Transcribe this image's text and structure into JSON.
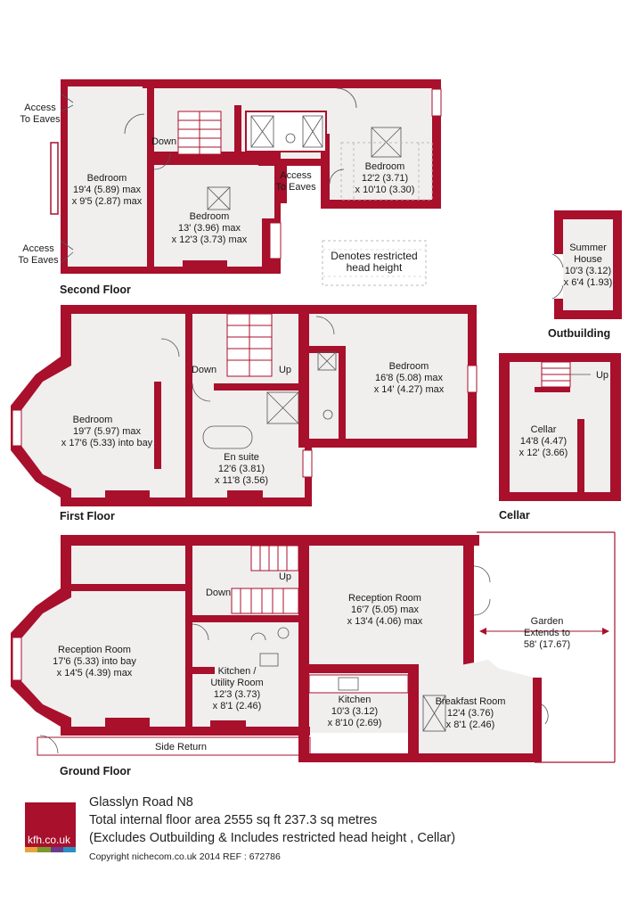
{
  "floors": {
    "second": "Second Floor",
    "first": "First Floor",
    "ground": "Ground Floor",
    "cellar": "Cellar",
    "outbuilding": "Outbuilding"
  },
  "rooms": {
    "sf_bed1": [
      "Bedroom",
      "19'4 (5.89) max",
      "x 9'5 (2.87) max"
    ],
    "sf_bed2": [
      "Bedroom",
      "13' (3.96) max",
      "x 12'3 (3.73) max"
    ],
    "sf_bed3": [
      "Bedroom",
      "12'2 (3.71)",
      "x 10'10 (3.30)"
    ],
    "ff_bed1": [
      "Bedroom",
      "19'7 (5.97) max",
      "x 17'6 (5.33) into bay"
    ],
    "ff_ensuite": [
      "En suite",
      "12'6 (3.81)",
      "x 11'8 (3.56)"
    ],
    "ff_bed2": [
      "Bedroom",
      "16'8 (5.08) max",
      "x 14' (4.27) max"
    ],
    "gf_reception1": [
      "Reception Room",
      "17'6 (5.33) into bay",
      "x 14'5 (4.39) max"
    ],
    "gf_utility": [
      "Kitchen /",
      "Utility Room",
      "12'3 (3.73)",
      "x 8'1 (2.46)"
    ],
    "gf_kitchen": [
      "Kitchen",
      "10'3 (3.12)",
      "x 8'10 (2.69)"
    ],
    "gf_reception2": [
      "Reception Room",
      "16'7 (5.05) max",
      "x 13'4 (4.06) max"
    ],
    "gf_breakfast": [
      "Breakfast Room",
      "12'4 (3.76)",
      "x 8'1 (2.46)"
    ],
    "garden": [
      "Garden",
      "Extends to",
      "58' (17.67)"
    ],
    "side_return": "Side Return",
    "cellar": [
      "Cellar",
      "14'8 (4.47)",
      "x 12' (3.66)"
    ],
    "summer_house": [
      "Summer",
      "House",
      "10'3 (3.12)",
      "x 6'4 (1.93)"
    ]
  },
  "annotations": {
    "access_eaves": [
      "Access",
      "To Eaves"
    ],
    "down": "Down",
    "up": "Up",
    "restricted": [
      "Denotes restricted",
      "head height"
    ]
  },
  "footer": {
    "logo": "kfh.co.uk",
    "address": "Glasslyn Road  N8",
    "area": "Total internal floor area 2555 sq ft 237.3 sq metres",
    "excludes": "(Excludes Outbuilding & Includes restricted head height , Cellar)",
    "copyright": "Copyright nichecom.co.uk 2014    REF : 672786"
  },
  "colors": {
    "wall": "#a8102c",
    "floor": "#f1eeee",
    "logo_bars": [
      "#e8a33d",
      "#7a9a2e",
      "#6b3b8e",
      "#2c8fc4"
    ]
  }
}
